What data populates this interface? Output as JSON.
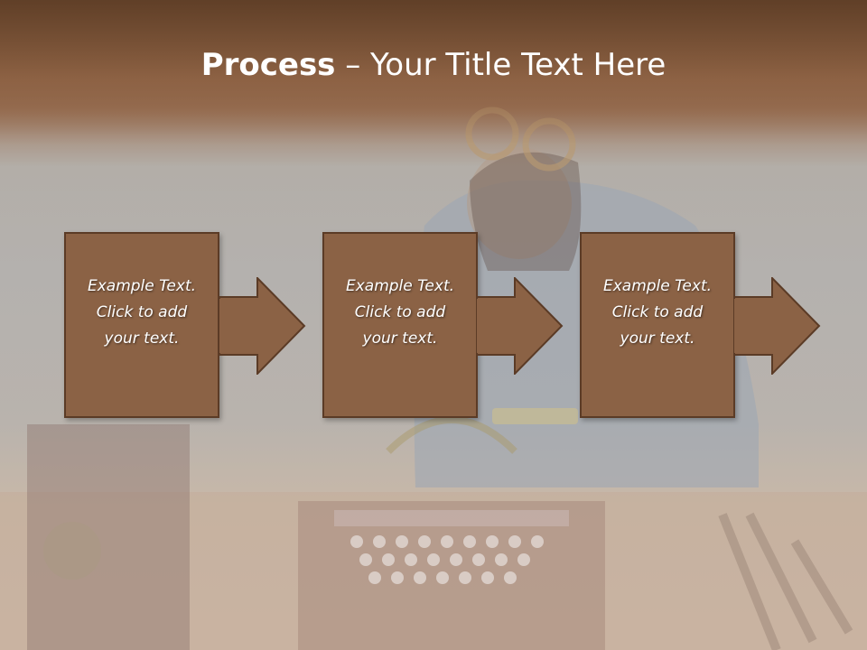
{
  "title": {
    "bold": "Process",
    "rest": " – Your Title Text Here"
  },
  "steps": [
    {
      "line1": "Example Text.",
      "line2": "Click  to add",
      "line3": "your text."
    },
    {
      "line1": "Example Text.",
      "line2": "Click  to add",
      "line3": "your text."
    },
    {
      "line1": "Example Text.",
      "line2": "Click  to add",
      "line3": "your text."
    }
  ],
  "colors": {
    "box_fill": "#8b6245",
    "box_border": "#5b3b26",
    "title_band": "#7a5238",
    "text": "#ffffff"
  }
}
